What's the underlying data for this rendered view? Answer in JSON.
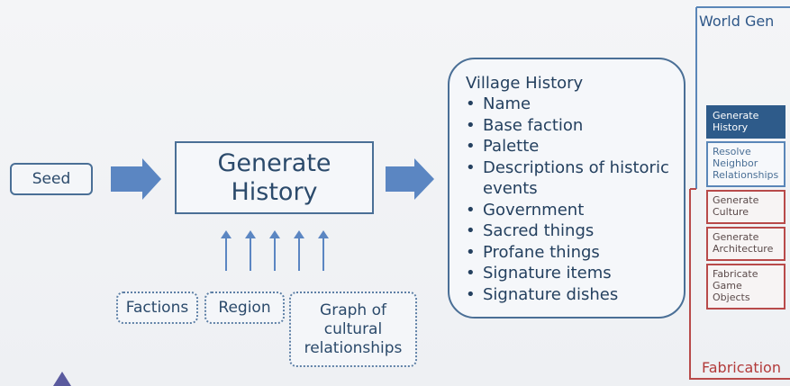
{
  "diagram": {
    "seed_label": "Seed",
    "generate_label": "Generate History",
    "inputs": {
      "factions": "Factions",
      "region": "Region",
      "graph": "Graph of cultural relationships"
    },
    "village": {
      "title": "Village History",
      "items": [
        "Name",
        "Base faction",
        "Palette",
        "Descriptions of historic events",
        "Government",
        "Sacred things",
        "Profane things",
        "Signature items",
        "Signature dishes"
      ]
    }
  },
  "sidebar": {
    "world_gen_title": "World Gen",
    "fabrication_title": "Fabrication",
    "steps": [
      "Generate History",
      "Resolve Neighbor Relationships",
      "Generate Culture",
      "Generate Architecture",
      "Fabricate Game Objects"
    ]
  },
  "colors": {
    "primary": "#4a6f96",
    "arrow": "#5b86c2",
    "active_step": "#2e5b8a",
    "fabrication": "#b84a4a"
  }
}
